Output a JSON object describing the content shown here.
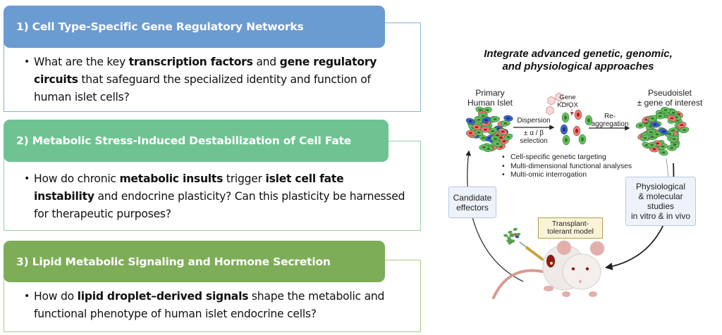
{
  "aims": [
    {
      "title": "1) Cell Type-Specific Gene Regulatory Networks",
      "color": "#6a9bd1",
      "question": [
        {
          "t": "What are the key ",
          "b": false
        },
        {
          "t": "transcription factors",
          "b": true
        },
        {
          "t": " and ",
          "b": false
        },
        {
          "t": "gene regulatory circuits",
          "b": true
        },
        {
          "t": " that safeguard the specialized identity and function of human islet cells?",
          "b": false
        }
      ]
    },
    {
      "title": "2) Metabolic Stress-Induced Destabilization of Cell Fate",
      "color": "#6fc393",
      "question": [
        {
          "t": "How do chronic ",
          "b": false
        },
        {
          "t": "metabolic insults",
          "b": true
        },
        {
          "t": " trigger ",
          "b": false
        },
        {
          "t": "islet cell fate instability",
          "b": true
        },
        {
          "t": " and endocrine plasticity? Can this plasticity be harnessed for therapeutic purposes?",
          "b": false
        }
      ]
    },
    {
      "title": "3) Lipid Metabolic Signaling and Hormone Secretion",
      "color": "#7ead58",
      "question": [
        {
          "t": "How do ",
          "b": false
        },
        {
          "t": "lipid droplet–derived signals",
          "b": true
        },
        {
          "t": " shape the metabolic and functional phenotype of human islet endocrine cells?",
          "b": false
        }
      ]
    }
  ],
  "figure": {
    "title_line1": "Integrate advanced genetic, genomic,",
    "title_line2": "and physiological approaches",
    "primary_islet_label_1": "Primary",
    "primary_islet_label_2": "Human Islet",
    "gene_label_1": "Gene",
    "gene_label_2": "KD/OX",
    "pseudoislet_label_1": "Pseudoislet",
    "pseudoislet_label_2": "± gene of interest",
    "dispersion_label": "Dispersion",
    "selection_label_1": "± α / β",
    "selection_label_2": "selection",
    "reaggregation_label_1": "Re-",
    "reaggregation_label_2": "aggregation",
    "approaches": [
      "Cell-specific genetic targeting",
      "Multi-dimensional functional analyses",
      "Multi-omic interrogation"
    ],
    "candidate_label_1": "Candidate",
    "candidate_label_2": "effectors",
    "physio_label": [
      "Physiological",
      "& molecular",
      "studies",
      "in vitro & in vivo"
    ],
    "transplant_label_1": "Transplant-",
    "transplant_label_2": "tolerant model",
    "icons": {
      "islet": "islet-cluster-icon",
      "virus": "viral-vector-icon",
      "mouse": "mouse-icon",
      "syringe": "syringe-icon"
    },
    "cell_colors": {
      "green": "#5fc35f",
      "red": "#ef7a78",
      "blue": "#3f5fcf"
    }
  }
}
